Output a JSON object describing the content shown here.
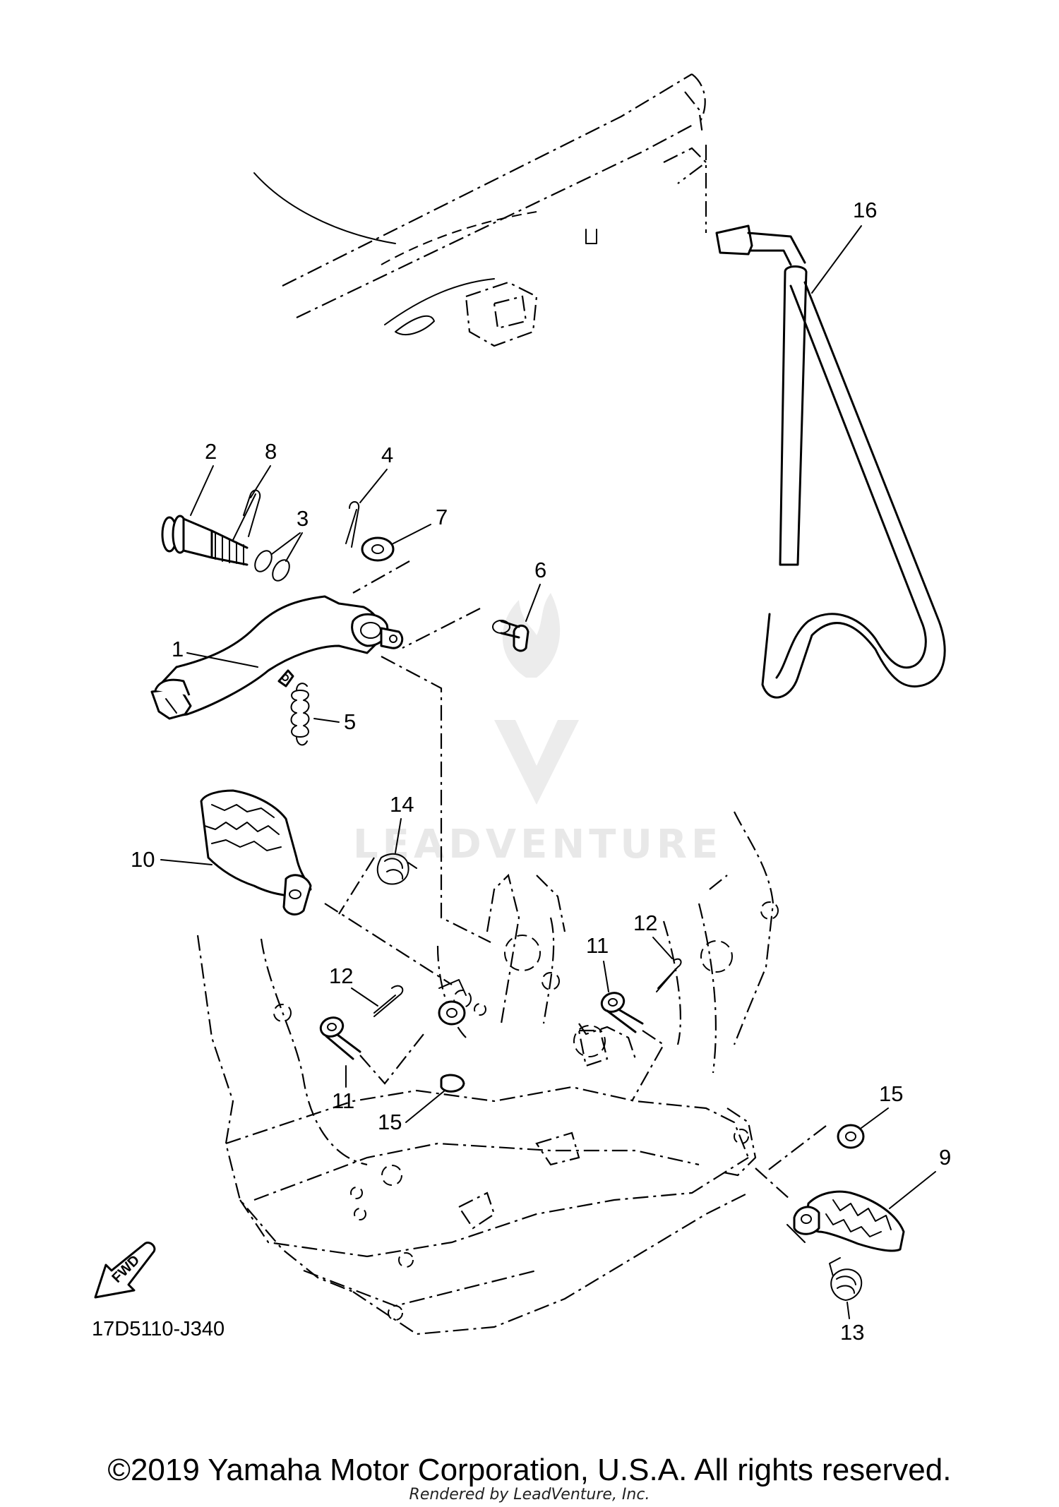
{
  "watermark": {
    "text": "LEADVENTURE"
  },
  "callouts": {
    "c1": "1",
    "c2": "2",
    "c3": "3",
    "c4": "4",
    "c5": "5",
    "c6": "6",
    "c7": "7",
    "c8": "8",
    "c9": "9",
    "c10": "10",
    "c11a": "11",
    "c11b": "11",
    "c12a": "12",
    "c12b": "12",
    "c13": "13",
    "c14": "14",
    "c15a": "15",
    "c15b": "15",
    "c16": "16"
  },
  "fwd_label": "FWD",
  "diagram_code": "17D5110-J340",
  "copyright": "©2019 Yamaha Motor Corporation, U.S.A. All rights reserved.",
  "rendered_by": "Rendered by LeadVenture, Inc."
}
